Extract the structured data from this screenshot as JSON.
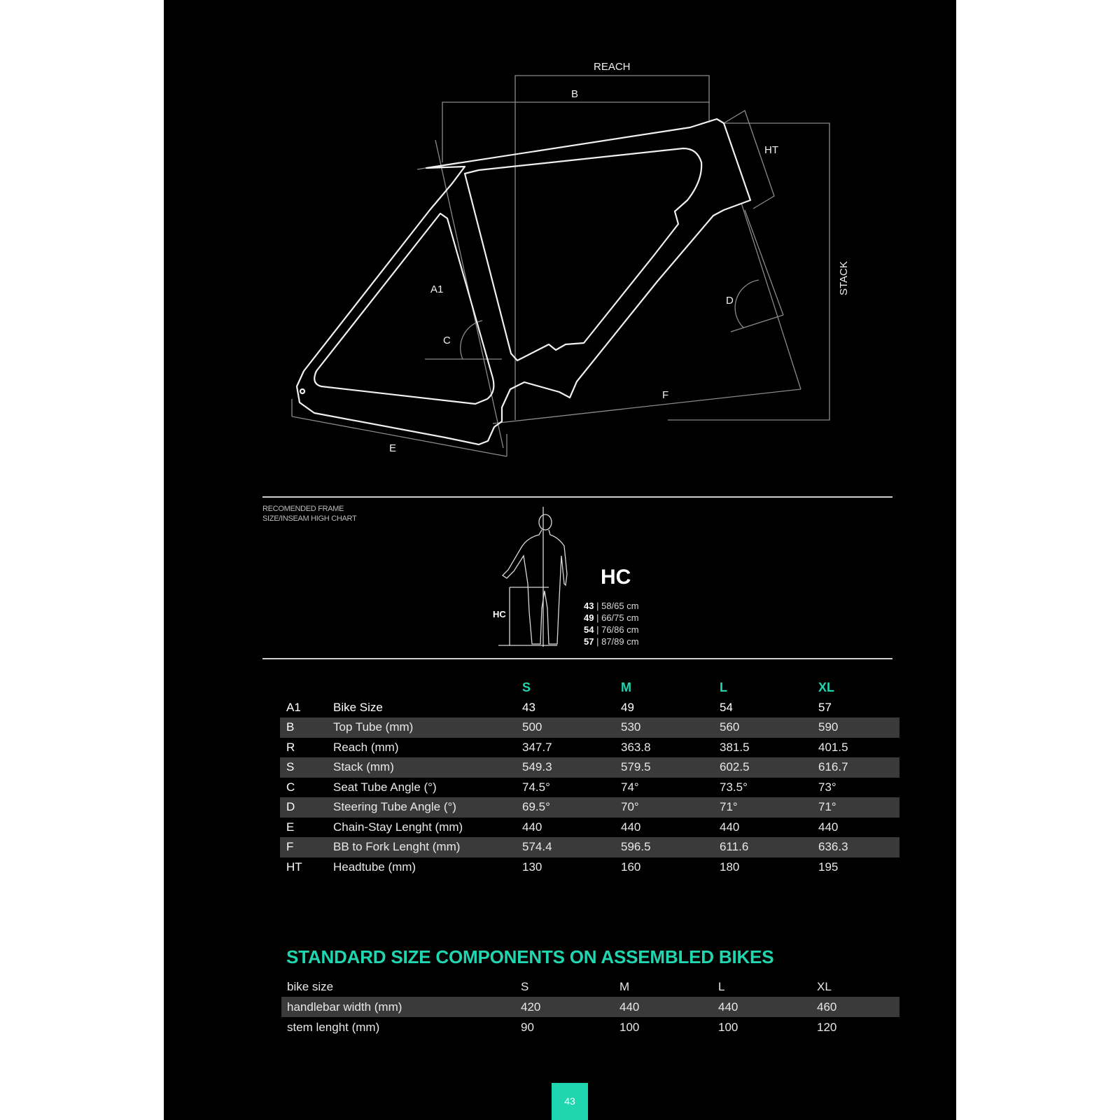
{
  "diagram": {
    "labels": {
      "reach": "REACH",
      "b": "B",
      "ht": "HT",
      "stack": "STACK",
      "a1": "A1",
      "c": "C",
      "d": "D",
      "f": "F",
      "e": "E"
    }
  },
  "fit_chart": {
    "title_line1": "RECOMENDED FRAME",
    "title_line2": "SIZE/INSEAM HIGH CHART",
    "heading": "HC",
    "side_label": "HC",
    "sizes": [
      {
        "size": "43",
        "range": "| 58/65 cm"
      },
      {
        "size": "49",
        "range": "| 66/75 cm"
      },
      {
        "size": "54",
        "range": "| 76/86 cm"
      },
      {
        "size": "57",
        "range": "| 87/89 cm"
      }
    ]
  },
  "geometry": {
    "headers": [
      "S",
      "M",
      "L",
      "XL"
    ],
    "rows": [
      {
        "code": "A1",
        "label": "Bike Size",
        "values": [
          "43",
          "49",
          "54",
          "57"
        ]
      },
      {
        "code": "B",
        "label": "Top Tube (mm)",
        "values": [
          "500",
          "530",
          "560",
          "590"
        ]
      },
      {
        "code": "R",
        "label": "Reach (mm)",
        "values": [
          "347.7",
          "363.8",
          "381.5",
          "401.5"
        ]
      },
      {
        "code": "S",
        "label": "Stack (mm)",
        "values": [
          "549.3",
          "579.5",
          "602.5",
          "616.7"
        ]
      },
      {
        "code": "C",
        "label": "Seat Tube Angle (°)",
        "values": [
          "74.5°",
          "74°",
          "73.5°",
          "73°"
        ]
      },
      {
        "code": "D",
        "label": "Steering Tube Angle (°)",
        "values": [
          "69.5°",
          "70°",
          "71°",
          "71°"
        ]
      },
      {
        "code": "E",
        "label": "Chain-Stay Lenght (mm)",
        "values": [
          "440",
          "440",
          "440",
          "440"
        ]
      },
      {
        "code": "F",
        "label": "BB to Fork Lenght (mm)",
        "values": [
          "574.4",
          "596.5",
          "611.6",
          "636.3"
        ]
      },
      {
        "code": "HT",
        "label": "Headtube (mm)",
        "values": [
          "130",
          "160",
          "180",
          "195"
        ]
      }
    ]
  },
  "components": {
    "title": "STANDARD SIZE COMPONENTS ON ASSEMBLED BIKES",
    "rows": [
      {
        "label": "bike size",
        "values": [
          "S",
          "M",
          "L",
          "XL"
        ]
      },
      {
        "label": "handlebar width (mm)",
        "values": [
          "420",
          "440",
          "440",
          "460"
        ]
      },
      {
        "label": "stem lenght (mm)",
        "values": [
          "90",
          "100",
          "100",
          "120"
        ]
      }
    ]
  },
  "page_number": "43",
  "colors": {
    "accent": "#1fd6b0",
    "background": "#000000",
    "row_stripe": "#3a3a3a"
  }
}
